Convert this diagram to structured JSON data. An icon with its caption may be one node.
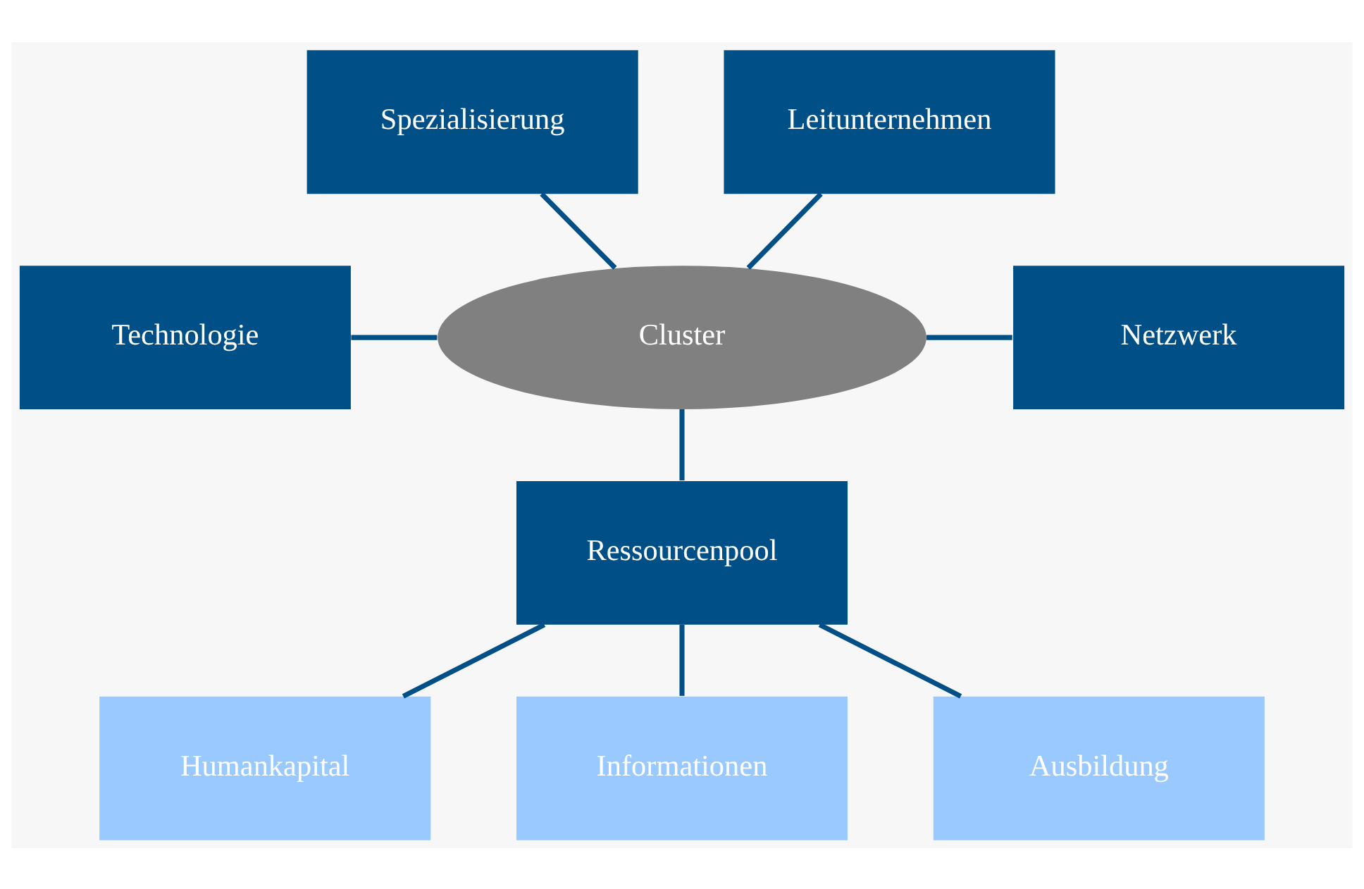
{
  "diagram": {
    "nodes": [
      {
        "text": [
          "Spezialisierung"
        ]
      },
      {
        "text": [
          "Leitunternehmen"
        ]
      },
      {
        "text": [
          "Technologie"
        ]
      },
      {
        "text": [
          "Cluster"
        ]
      },
      {
        "text": [
          "Netzwerk"
        ]
      },
      {
        "text": [
          "Ressourcenpool"
        ]
      },
      {
        "text": [
          "Humankapital"
        ]
      },
      {
        "text": [
          "Informationen"
        ]
      },
      {
        "text": [
          "Ausbildung"
        ]
      }
    ],
    "edges": [
      {
        "from": 0,
        "to": 3,
        "arrow": "none"
      },
      {
        "from": 1,
        "to": 3,
        "arrow": "none"
      },
      {
        "from": 2,
        "to": 3,
        "arrow": "none"
      },
      {
        "from": 3,
        "to": 4,
        "arrow": "none"
      },
      {
        "from": 3,
        "to": 5,
        "arrow": "none"
      },
      {
        "from": 5,
        "to": 6,
        "arrow": "none"
      },
      {
        "from": 5,
        "to": 7,
        "arrow": "none"
      },
      {
        "from": 5,
        "to": 8,
        "arrow": "none"
      }
    ]
  }
}
